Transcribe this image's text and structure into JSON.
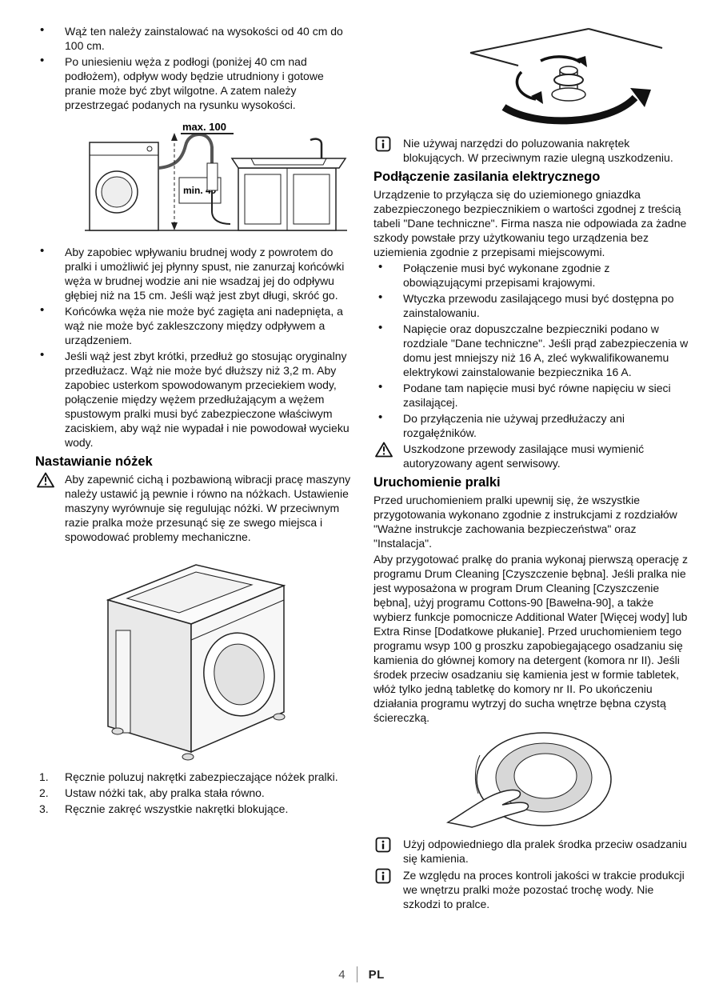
{
  "chars": {
    "bullet": "•"
  },
  "icons": {
    "warning": "warning-triangle-icon",
    "info": "info-square-icon"
  },
  "figures": {
    "fig1": {
      "label_max": "max. 100",
      "label_min": "min. 40"
    }
  },
  "left": {
    "bullets_top": [
      "Wąż ten należy zainstalować na wysokości od 40 cm do 100 cm.",
      "Po uniesieniu węża z podłogi (poniżej 40 cm nad podłożem), odpływ wody będzie utrudniony i gotowe pranie może być zbyt wilgotne. A zatem należy przestrzegać podanych na rysunku wysokości."
    ],
    "bullets_mid": [
      "Aby zapobiec wpływaniu brudnej wody z powrotem do pralki i umożliwić jej płynny spust, nie zanurzaj końcówki węża w brudnej wodzie ani nie wsadzaj jej do odpływu głębiej niż na 15 cm. Jeśli wąż jest zbyt długi, skróć go.",
      "Końcówka węża nie może być zagięta ani nadepnięta, a wąż nie może być zakleszczony między odpływem a urządzeniem.",
      "Jeśli wąż jest zbyt krótki, przedłuż go stosując oryginalny przedłużacz. Wąż nie może być dłuższy niż 3,2 m. Aby zapobiec usterkom spowodowanym przeciekiem wody, połączenie między wężem przedłużającym a wężem spustowym pralki musi być zabezpieczone właściwym zaciskiem, aby wąż nie wypadał i nie powodował wycieku wody."
    ],
    "feet_section": {
      "title": "Nastawianie nóżek",
      "warning_text": "Aby zapewnić cichą i pozbawioną wibracji pracę maszyny należy ustawić ją pewnie i równo na nóżkach. Ustawienie maszyny wyrównuje się regulując nóżki. W przeciwnym razie pralka może przesunąć się ze swego miejsca i spowodować problemy mechaniczne."
    },
    "steps": [
      {
        "num": "1.",
        "text": "Ręcznie poluzuj nakrętki zabezpieczające nóżek pralki."
      },
      {
        "num": "2.",
        "text": "Ustaw nóżki tak, aby pralka stała równo."
      },
      {
        "num": "3.",
        "text": "Ręcznie zakręć wszystkie nakrętki blokujące."
      }
    ]
  },
  "right": {
    "info_nut": "Nie używaj narzędzi do poluzowania nakrętek blokujących. W przeciwnym razie ulegną uszkodzeniu.",
    "power_section": {
      "title": "Podłączenie zasilania elektrycznego",
      "intro": "Urządzenie to przyłącza się do uziemionego gniazdka zabezpieczonego bezpiecznikiem o wartości zgodnej z treścią tabeli \"Dane techniczne\". Firma nasza nie odpowiada za żadne szkody powstałe przy użytkowaniu tego urządzenia bez uziemienia zgodnie z przepisami miejscowymi.",
      "bullets": [
        "Połączenie musi być wykonane zgodnie z obowiązującymi przepisami krajowymi.",
        "Wtyczka przewodu zasilającego musi być dostępna po zainstalowaniu.",
        "Napięcie oraz dopuszczalne bezpieczniki podano w rozdziale \"Dane techniczne\". Jeśli prąd zabezpieczenia w domu jest mniejszy niż 16 A, zleć wykwalifikowanemu elektrykowi zainstalowanie bezpiecznika 16 A.",
        "Podane tam napięcie musi być równe napięciu w sieci zasilającej.",
        "Do przyłączenia nie używaj przedłużaczy ani rozgałęźników."
      ],
      "warning_text": "Uszkodzone przewody zasilające musi wymienić autoryzowany agent serwisowy."
    },
    "start_section": {
      "title": "Uruchomienie pralki",
      "para1": "Przed uruchomieniem pralki upewnij się, że wszystkie przygotowania wykonano zgodnie z instrukcjami z rozdziałów \"Ważne instrukcje zachowania bezpieczeństwa\" oraz \"Instalacja\".",
      "para2": "Aby przygotować pralkę do prania wykonaj pierwszą operację z programu Drum Cleaning [Czyszczenie bębna]. Jeśli pralka nie jest wyposażona w program Drum Cleaning [Czyszczenie bębna], użyj programu Cottons-90 [Bawełna-90], a także wybierz funkcje pomocnicze Additional Water [Więcej wody] lub Extra Rinse [Dodatkowe płukanie]. Przed uruchomieniem tego programu wsyp 100 g proszku zapobiegającego osadzaniu się kamienia do głównej komory na detergent (komora nr II). Jeśli środek przeciw osadzaniu się kamienia jest w formie tabletek, włóż tylko jedną tabletkę do komory nr II. Po ukończeniu działania programu wytrzyj do sucha wnętrze bębna czystą ściereczką."
    },
    "info_descaler": "Użyj odpowiedniego dla pralek środka przeciw osadzaniu się kamienia.",
    "info_water": "Ze względu na proces kontroli jakości w trakcie produkcji we wnętrzu pralki może pozostać trochę wody. Nie szkodzi to pralce."
  },
  "footer": {
    "page_number": "4",
    "language": "PL"
  }
}
